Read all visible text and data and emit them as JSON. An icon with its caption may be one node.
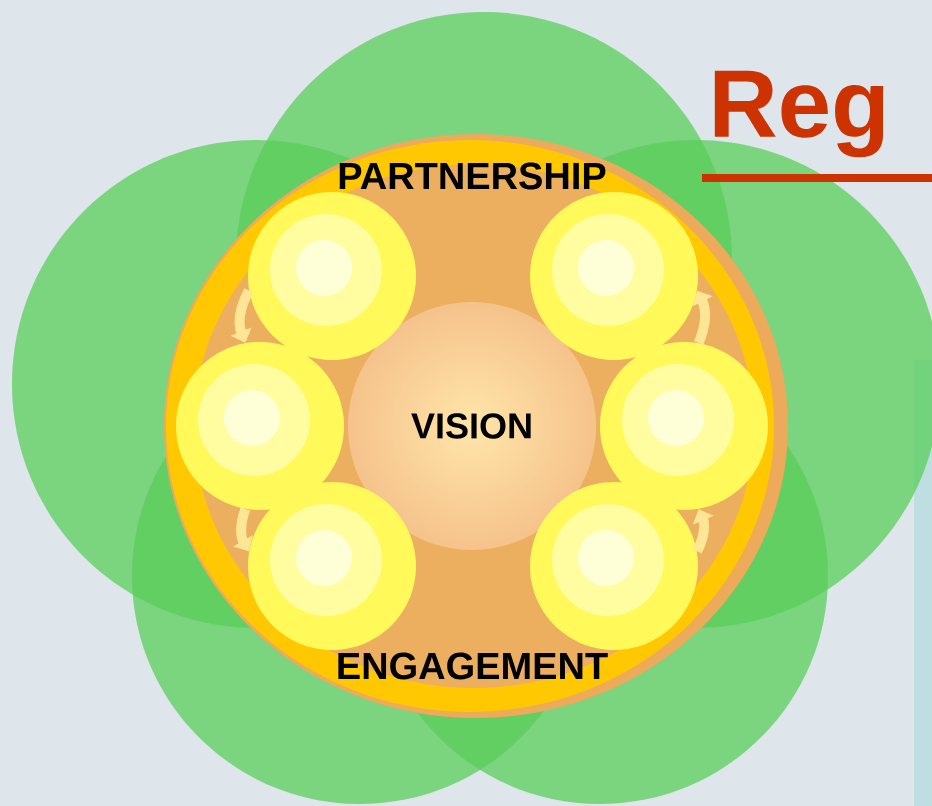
{
  "diagram": {
    "title": "Reg",
    "nodes": [
      {
        "text": [
          "VISION"
        ]
      },
      {
        "text": [],
        "shape": "circle"
      },
      {
        "text": [],
        "shape": "circle"
      },
      {
        "text": [],
        "shape": "circle"
      },
      {
        "text": [],
        "shape": "circle"
      },
      {
        "text": [],
        "shape": "circle"
      },
      {
        "text": [],
        "shape": "circle"
      }
    ],
    "edges": [
      {
        "from": 1,
        "to": 3,
        "arrow": "to"
      },
      {
        "from": 3,
        "to": 5,
        "arrow": "to"
      },
      {
        "from": 6,
        "to": 4,
        "arrow": "to"
      },
      {
        "from": 4,
        "to": 2,
        "arrow": "to"
      }
    ],
    "labels": [
      "PARTNERSHIP",
      "ENGAGEMENT"
    ]
  }
}
